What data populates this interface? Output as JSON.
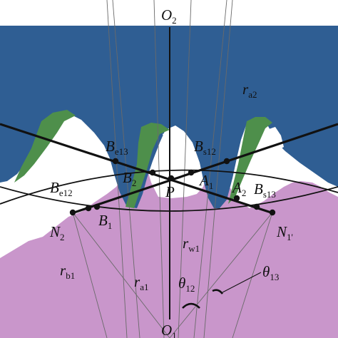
{
  "colors": {
    "gear_upper": "#2f5e93",
    "gear_lower": "#c996cb",
    "tooth_flank": "#4e8f4b",
    "line": "#111111",
    "thin_line": "#6a6a6a"
  },
  "labels": {
    "O2": {
      "main": "O",
      "sub": "2"
    },
    "O1": {
      "main": "O",
      "sub": "1"
    },
    "ra2": {
      "main": "r",
      "sub": "a2"
    },
    "Be13": {
      "main": "B",
      "sub": "e13"
    },
    "Bs12": {
      "main": "B",
      "sub": "s12"
    },
    "B2": {
      "main": "B",
      "sub": "2"
    },
    "A1": {
      "main": "A",
      "sub": "1"
    },
    "A2": {
      "main": "A",
      "sub": "2"
    },
    "Be12": {
      "main": "B",
      "sub": "e12"
    },
    "Bs13": {
      "main": "B",
      "sub": "s13"
    },
    "P": {
      "main": "P",
      "sub": ""
    },
    "B1": {
      "main": "B",
      "sub": "1"
    },
    "N2": {
      "main": "N",
      "sub": "2"
    },
    "N1": {
      "main": "N",
      "sub": "1'"
    },
    "rw1": {
      "main": "r",
      "sub": "w1"
    },
    "rb1": {
      "main": "r",
      "sub": "b1"
    },
    "ra1": {
      "main": "r",
      "sub": "a1"
    },
    "theta12": {
      "main": "θ",
      "sub": "12"
    },
    "theta13": {
      "main": "θ",
      "sub": "13"
    }
  }
}
